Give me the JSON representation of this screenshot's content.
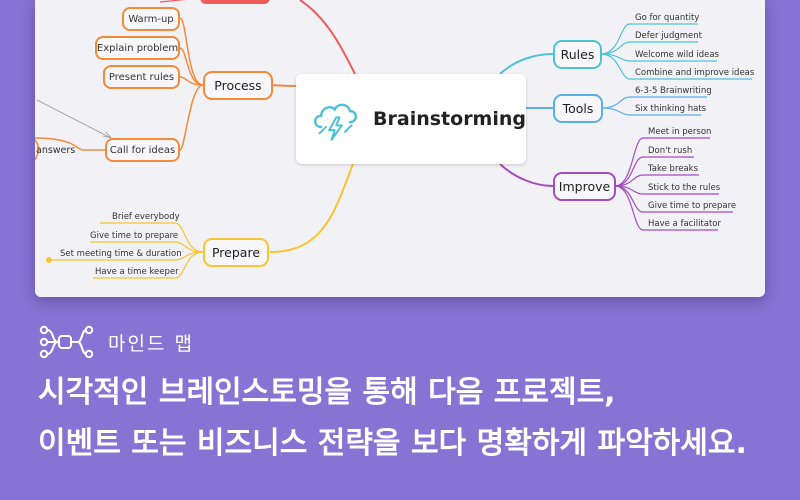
{
  "center": {
    "title": "Brainstorming",
    "icon": "cloud-lightning-icon"
  },
  "branches": {
    "process": {
      "label": "Process",
      "color": "#f28a3c",
      "children": [
        "Warm-up",
        "Explain problem",
        "Present rules"
      ]
    },
    "call_for_ideas": {
      "label": "Call for ideas",
      "partial_label": "answers"
    },
    "prepare": {
      "label": "Prepare",
      "color": "#f6c531",
      "items": [
        "Brief everybody",
        "Give time to prepare",
        "Set meeting time & duration",
        "Have a time keeper"
      ]
    },
    "rules": {
      "label": "Rules",
      "color": "#4fc1d4",
      "items": [
        "Go for quantity",
        "Defer judgment",
        "Welcome wild ideas",
        "Combine and improve ideas"
      ]
    },
    "tools": {
      "label": "Tools",
      "color": "#5aaee6",
      "items": [
        "6-3-5 Brainwriting",
        "Six thinking hats"
      ]
    },
    "improve": {
      "label": "Improve",
      "color": "#a34cbf",
      "items": [
        "Meet in person",
        "Don't rush",
        "Take breaks",
        "Stick to the rules",
        "Give time to prepare",
        "Have a facilitator"
      ]
    }
  },
  "top_branch_color": "#ef5b5b",
  "caption": {
    "icon": "mind-map-icon",
    "label": "마인드 맵"
  },
  "headline": {
    "line1": "시각적인 브레인스토밍을 통해 다음 프로젝트,",
    "line2": "이벤트 또는 비즈니스 전략을 보다 명확하게 파악하세요."
  },
  "colors": {
    "background": "#8574d3",
    "canvas": "#f2f2f6"
  }
}
